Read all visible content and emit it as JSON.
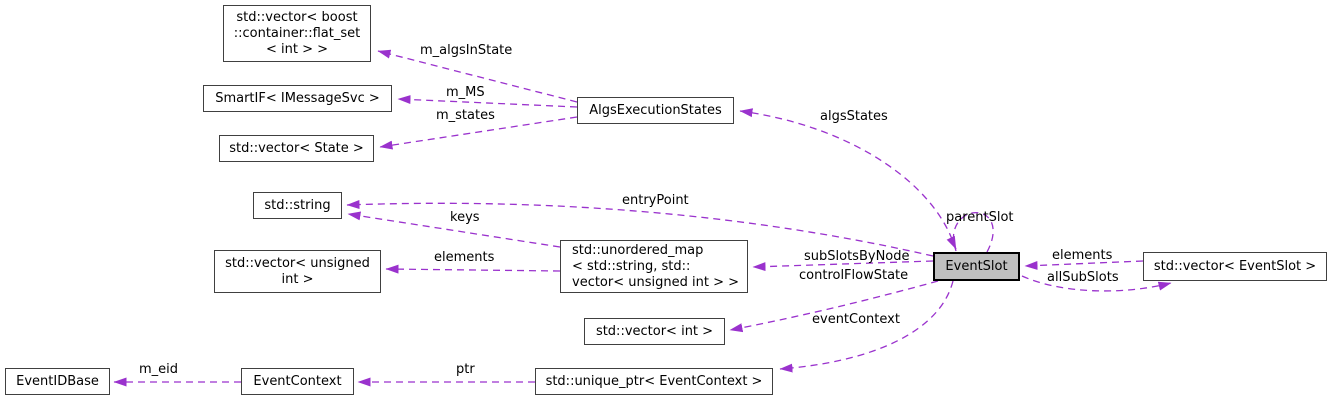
{
  "diagram": {
    "type": "collaboration-graph",
    "colors": {
      "edge": "#9a32cd",
      "node_border": "#404040",
      "highlight_fill": "#bfbfbf",
      "background": "#ffffff"
    },
    "nodes": {
      "flatset": {
        "label": "std::vector< boost\n::container::flat_set\n< int > >"
      },
      "smartif": {
        "label": "SmartIF< IMessageSvc >"
      },
      "vecstate": {
        "label": "std::vector< State >"
      },
      "stdstring": {
        "label": "std::string"
      },
      "vecunsigned": {
        "label": "std::vector< unsigned\nint >"
      },
      "algsexec": {
        "label": "AlgsExecutionStates"
      },
      "unorderedmap": {
        "label": "std::unordered_map\n< std::string, std::\nvector< unsigned int > >"
      },
      "vecint": {
        "label": "std::vector< int >"
      },
      "eventslot": {
        "label": "EventSlot"
      },
      "veceventslot": {
        "label": "std::vector< EventSlot >"
      },
      "eventidbase": {
        "label": "EventIDBase"
      },
      "eventcontext": {
        "label": "EventContext"
      },
      "uniqueptr": {
        "label": "std::unique_ptr< EventContext >"
      }
    },
    "edge_labels": {
      "m_algsInState": "m_algsInState",
      "m_MS": "m_MS",
      "m_states": "m_states",
      "algsStates": "algsStates",
      "entryPoint": "entryPoint",
      "keys": "keys",
      "elements_map": "elements",
      "subSlotsByNode": "subSlotsByNode",
      "controlFlowState": "controlFlowState",
      "parentSlot": "parentSlot",
      "elements_vector": "elements",
      "allSubSlots": "allSubSlots",
      "eventContext": "eventContext",
      "m_eid": "m_eid",
      "ptr": "ptr"
    }
  }
}
